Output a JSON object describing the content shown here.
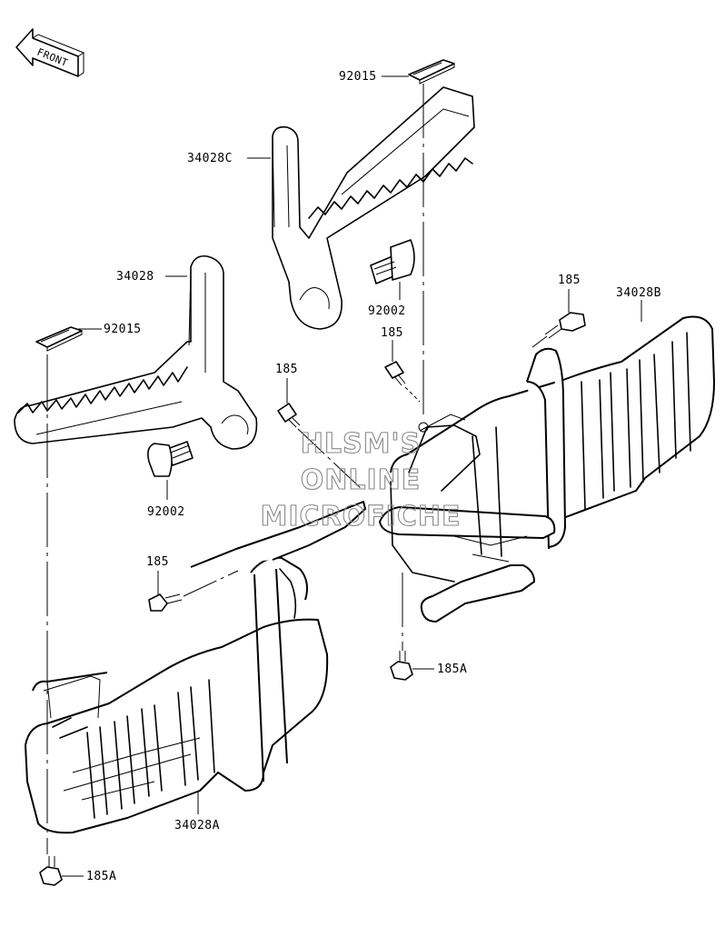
{
  "front_arrow": {
    "label": "FRONT"
  },
  "labels": {
    "pad_top": "92015",
    "step_top": "34028C",
    "step_left": "34028",
    "pad_left": "92015",
    "bolt_top": "92002",
    "bolt_left": "92002",
    "screw_mid_right": "185",
    "screw_center": "185",
    "screw_top_right": "185",
    "guard_right": "34028B",
    "screw_left": "185",
    "screw_bottom_center": "185A",
    "guard_left": "34028A",
    "screw_bottom_left": "185A"
  },
  "watermark": {
    "line1": "HLSM'S",
    "line2": "ONLINE",
    "line3": "MICROFICHE"
  }
}
